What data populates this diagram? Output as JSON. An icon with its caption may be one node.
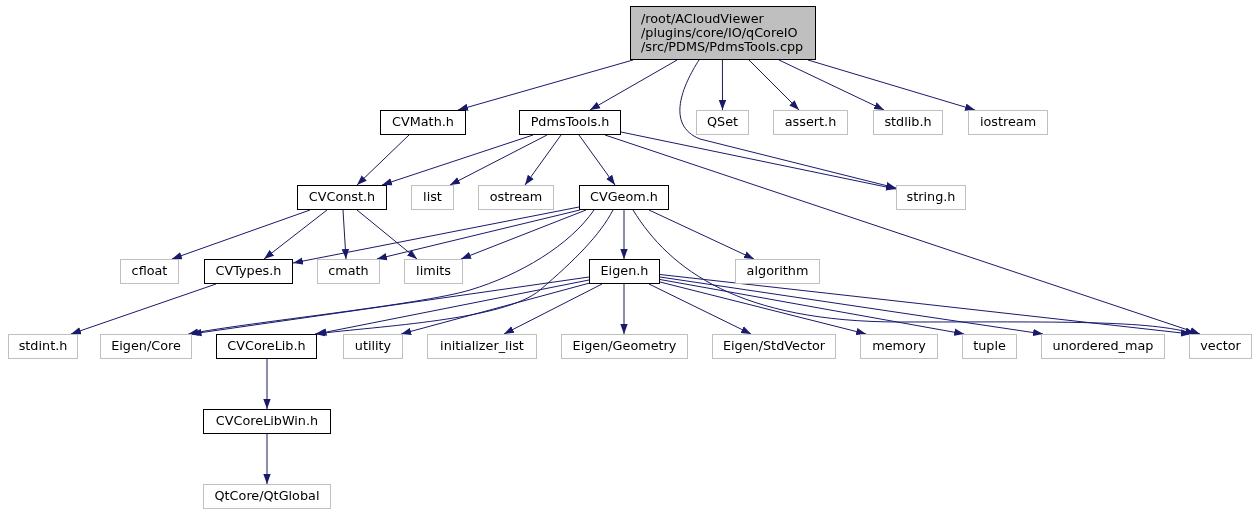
{
  "diagram": {
    "nodes": [
      {
        "text": [
          "/root/ACloudViewer /plugins/core/IO/qCoreIO /src/PDMS/PdmsTools.cpp"
        ]
      },
      {
        "text": [
          "CVMath.h"
        ]
      },
      {
        "text": [
          "PdmsTools.h"
        ]
      },
      {
        "text": [
          "QSet"
        ]
      },
      {
        "text": [
          "assert.h"
        ]
      },
      {
        "text": [
          "stdlib.h"
        ]
      },
      {
        "text": [
          "iostream"
        ]
      },
      {
        "text": [
          "CVConst.h"
        ]
      },
      {
        "text": [
          "list"
        ]
      },
      {
        "text": [
          "ostream"
        ]
      },
      {
        "text": [
          "CVGeom.h"
        ]
      },
      {
        "text": [
          "string.h"
        ]
      },
      {
        "text": [
          "cfloat"
        ]
      },
      {
        "text": [
          "CVTypes.h"
        ]
      },
      {
        "text": [
          "cmath"
        ]
      },
      {
        "text": [
          "limits"
        ]
      },
      {
        "text": [
          "Eigen.h"
        ]
      },
      {
        "text": [
          "algorithm"
        ]
      },
      {
        "text": [
          "stdint.h"
        ]
      },
      {
        "text": [
          "Eigen/Core"
        ]
      },
      {
        "text": [
          "CVCoreLib.h"
        ]
      },
      {
        "text": [
          "utility"
        ]
      },
      {
        "text": [
          "initializer_list"
        ]
      },
      {
        "text": [
          "Eigen/Geometry"
        ]
      },
      {
        "text": [
          "Eigen/StdVector"
        ]
      },
      {
        "text": [
          "memory"
        ]
      },
      {
        "text": [
          "tuple"
        ]
      },
      {
        "text": [
          "unordered_map"
        ]
      },
      {
        "text": [
          "vector"
        ]
      },
      {
        "text": [
          "CVCoreLibWin.h"
        ]
      },
      {
        "text": [
          "QtCore/QtGlobal"
        ]
      }
    ],
    "edges": [
      {
        "from": 0,
        "to": 1,
        "arrow": "to"
      },
      {
        "from": 0,
        "to": 2,
        "arrow": "to"
      },
      {
        "from": 0,
        "to": 11,
        "arrow": "to"
      },
      {
        "from": 0,
        "to": 3,
        "arrow": "to"
      },
      {
        "from": 0,
        "to": 4,
        "arrow": "to"
      },
      {
        "from": 0,
        "to": 5,
        "arrow": "to"
      },
      {
        "from": 0,
        "to": 6,
        "arrow": "to"
      },
      {
        "from": 1,
        "to": 7,
        "arrow": "to"
      },
      {
        "from": 2,
        "to": 7,
        "arrow": "to"
      },
      {
        "from": 2,
        "to": 8,
        "arrow": "to"
      },
      {
        "from": 2,
        "to": 9,
        "arrow": "to"
      },
      {
        "from": 2,
        "to": 10,
        "arrow": "to"
      },
      {
        "from": 2,
        "to": 11,
        "arrow": "to"
      },
      {
        "from": 2,
        "to": 28,
        "arrow": "to"
      },
      {
        "from": 7,
        "to": 12,
        "arrow": "to"
      },
      {
        "from": 7,
        "to": 13,
        "arrow": "to"
      },
      {
        "from": 7,
        "to": 14,
        "arrow": "to"
      },
      {
        "from": 7,
        "to": 15,
        "arrow": "to"
      },
      {
        "from": 10,
        "to": 13,
        "arrow": "to"
      },
      {
        "from": 10,
        "to": 14,
        "arrow": "to"
      },
      {
        "from": 10,
        "to": 15,
        "arrow": "to"
      },
      {
        "from": 10,
        "to": 19,
        "arrow": "to"
      },
      {
        "from": 10,
        "to": 20,
        "arrow": "to"
      },
      {
        "from": 10,
        "to": 16,
        "arrow": "to"
      },
      {
        "from": 10,
        "to": 17,
        "arrow": "to"
      },
      {
        "from": 10,
        "to": 28,
        "arrow": "to"
      },
      {
        "from": 13,
        "to": 18,
        "arrow": "to"
      },
      {
        "from": 16,
        "to": 19,
        "arrow": "to"
      },
      {
        "from": 16,
        "to": 20,
        "arrow": "to"
      },
      {
        "from": 16,
        "to": 21,
        "arrow": "to"
      },
      {
        "from": 16,
        "to": 22,
        "arrow": "to"
      },
      {
        "from": 16,
        "to": 23,
        "arrow": "to"
      },
      {
        "from": 16,
        "to": 24,
        "arrow": "to"
      },
      {
        "from": 16,
        "to": 25,
        "arrow": "to"
      },
      {
        "from": 16,
        "to": 26,
        "arrow": "to"
      },
      {
        "from": 16,
        "to": 27,
        "arrow": "to"
      },
      {
        "from": 16,
        "to": 28,
        "arrow": "to"
      },
      {
        "from": 20,
        "to": 29,
        "arrow": "to"
      },
      {
        "from": 29,
        "to": 30,
        "arrow": "to"
      }
    ]
  }
}
